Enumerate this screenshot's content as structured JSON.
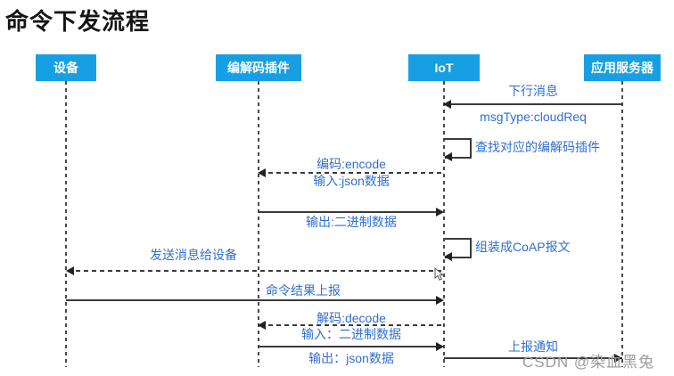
{
  "page": {
    "title": "命令下发流程"
  },
  "actors": [
    {
      "id": "device",
      "label": "设备"
    },
    {
      "id": "codec-plugin",
      "label": "编解码插件"
    },
    {
      "id": "iot",
      "label": "IoT"
    },
    {
      "id": "app-server",
      "label": "应用服务器"
    }
  ],
  "messages": [
    {
      "label": "下行消息",
      "sublabel": "msgType:cloudReq",
      "from": "应用服务器",
      "to": "IoT",
      "line": "solid"
    },
    {
      "label": "查找对应的编解码插件",
      "from": "IoT",
      "to": "IoT",
      "line": "self"
    },
    {
      "label": "编码:encode",
      "sublabel": "输入:json数据",
      "from": "IoT",
      "to": "编解码插件",
      "line": "dashed"
    },
    {
      "label": "输出:二进制数据",
      "from": "编解码插件",
      "to": "IoT",
      "line": "solid"
    },
    {
      "label": "组装成CoAP报文",
      "from": "IoT",
      "to": "IoT",
      "line": "self"
    },
    {
      "label": "发送消息给设备",
      "from": "IoT",
      "to": "设备",
      "line": "dashed"
    },
    {
      "label": "命令结果上报",
      "from": "设备",
      "to": "IoT",
      "line": "solid"
    },
    {
      "label": "解码:decode",
      "sublabel": "输入：二进制数据",
      "from": "IoT",
      "to": "编解码插件",
      "line": "dashed"
    },
    {
      "label": "输出：json数据",
      "from": "编解码插件",
      "to": "IoT",
      "line": "solid"
    },
    {
      "label": "上报通知",
      "from": "IoT",
      "to": "应用服务器",
      "line": "solid"
    }
  ],
  "watermark": {
    "text": "CSDN @染血黑兔"
  },
  "colors": {
    "actor_bg": "#16A0E3",
    "label_text": "#2F6FD2",
    "line": "#3A3A3A",
    "watermark": "#9C9C9C"
  }
}
